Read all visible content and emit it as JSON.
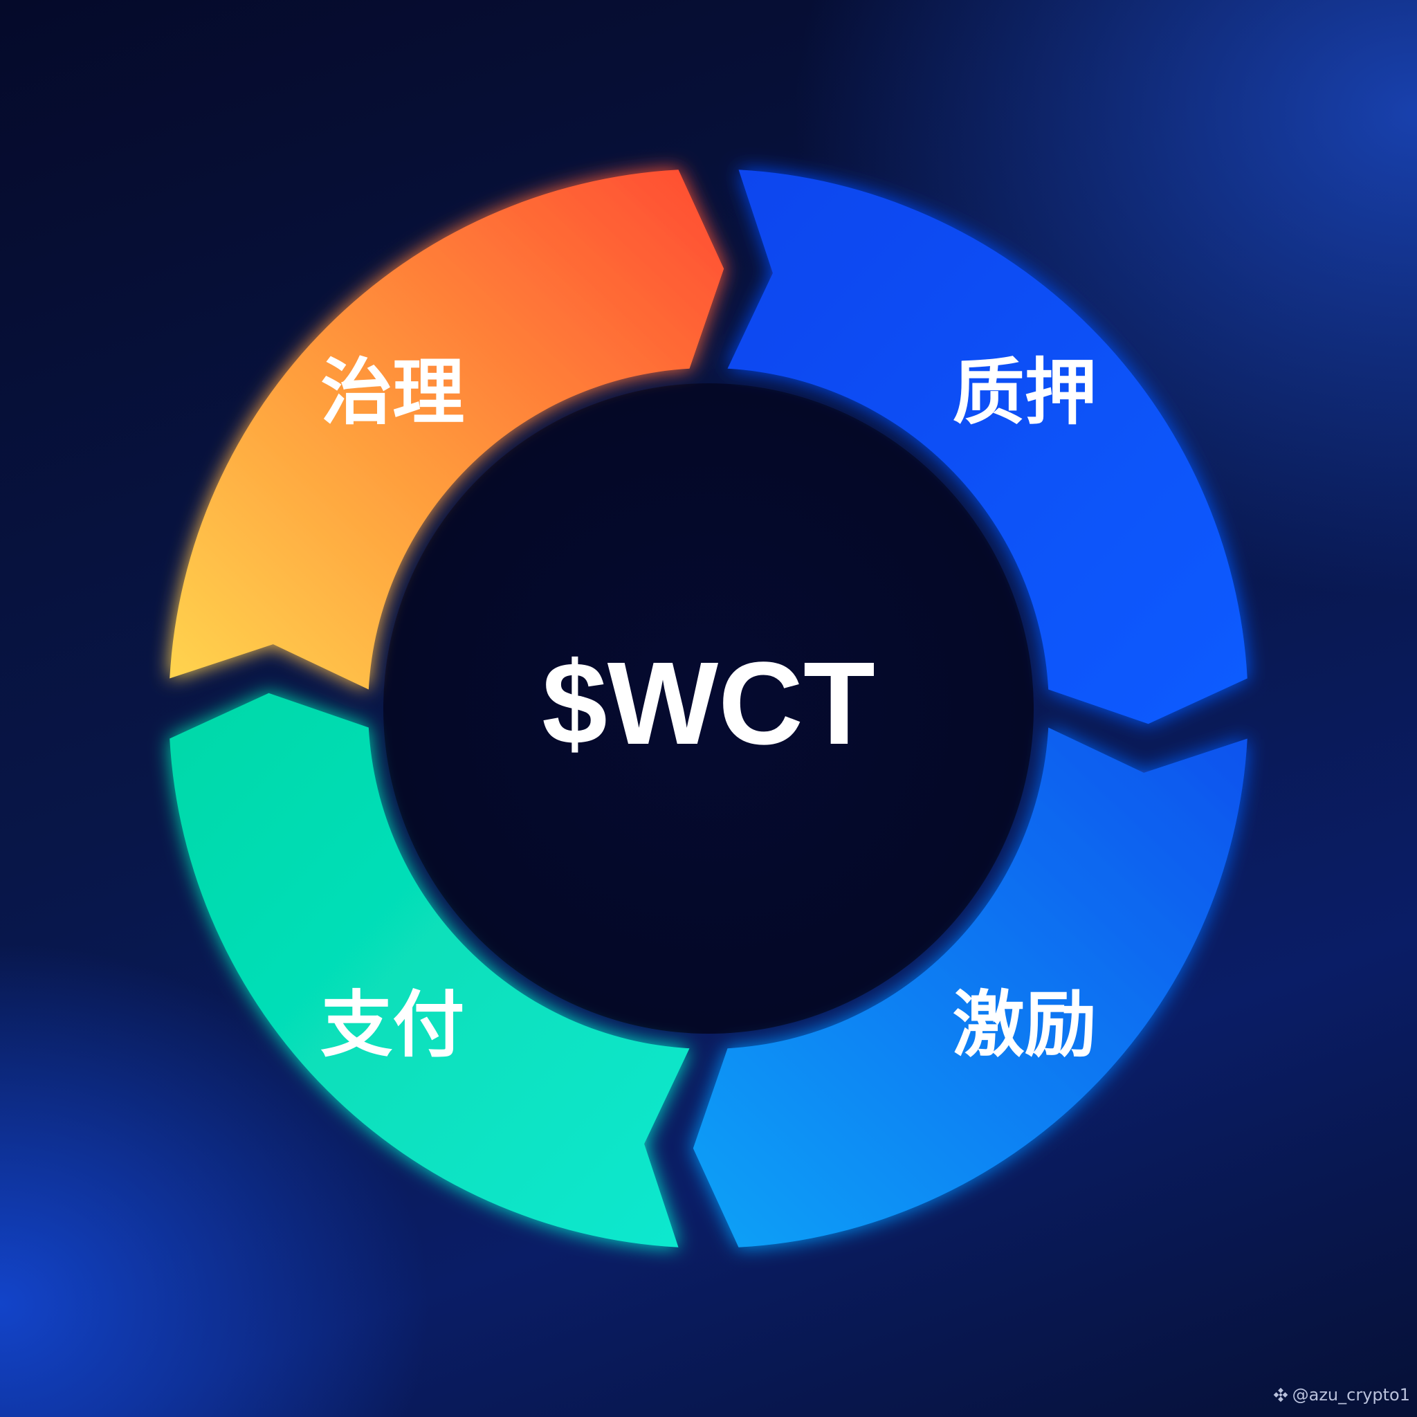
{
  "center_token": "$WCT",
  "segments": [
    {
      "label": "治理",
      "color_start": "#ffd54f",
      "color_end": "#ff5533"
    },
    {
      "label": "质押",
      "color_start": "#0a48f0",
      "color_end": "#0a56ff"
    },
    {
      "label": "激励",
      "color_start": "#0a5cf0",
      "color_end": "#0a98f5"
    },
    {
      "label": "支付",
      "color_start": "#00c9a0",
      "color_end": "#11e6c6"
    }
  ],
  "watermark": {
    "icon": "binance-logo-icon",
    "text": "@azu_crypto1"
  }
}
